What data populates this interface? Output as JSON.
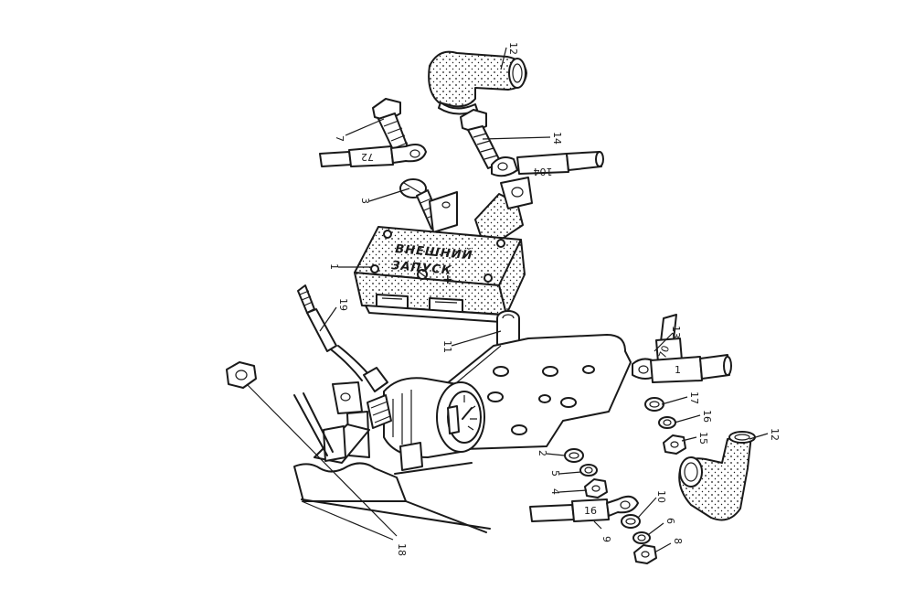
{
  "panel": {
    "line1": "ВНЕШНИЙ",
    "line2": "ЗАПУСК",
    "minus": "–",
    "plus": "+"
  },
  "wire_labels": {
    "w72": "72",
    "w104": "104",
    "w70": "70",
    "w1": "1",
    "w16": "16"
  },
  "callouts": {
    "c12_top": "12",
    "c7": "7",
    "c14": "14",
    "c3": "3",
    "c1": "1",
    "c19": "19",
    "c11": "11",
    "c13": "13",
    "c17": "17",
    "c16": "16",
    "c15": "15",
    "c12_right": "12",
    "c2": "2",
    "c5": "5",
    "c4": "4",
    "c10": "10",
    "c6": "6",
    "c9": "9",
    "c8": "8",
    "c18": "18"
  },
  "colors": {
    "ink": "#1a1a1a",
    "paper": "#ffffff"
  }
}
